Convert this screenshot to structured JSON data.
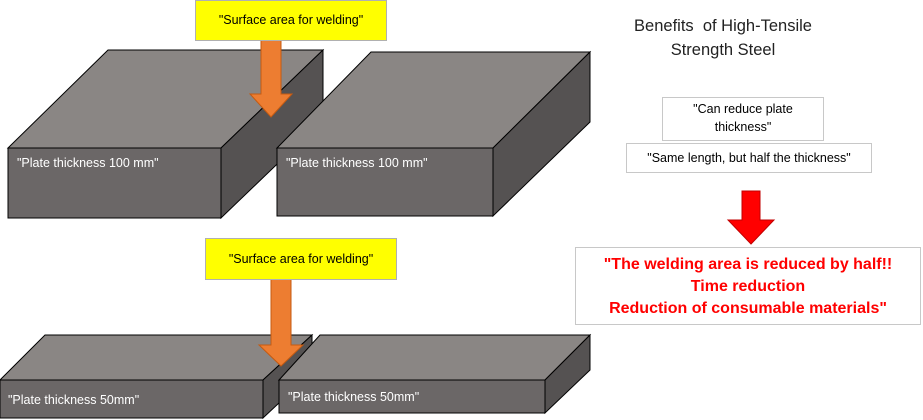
{
  "title": {
    "line1": "Benefits  of High-Tensile",
    "line2": "Strength Steel"
  },
  "callouts": {
    "weld_top": "\"Surface area for welding\"",
    "weld_bottom": "\"Surface area for welding\""
  },
  "plates": {
    "top_left": "\"Plate thickness 100 mm\"",
    "top_right": "\"Plate thickness 100 mm\"",
    "bottom_left": "\"Plate thickness 50mm\"",
    "bottom_right": "\"Plate thickness 50mm\""
  },
  "notes": {
    "reduce_line1": "\"Can reduce plate",
    "reduce_line2": "thickness\"",
    "same_length": "\"Same length, but half the thickness\""
  },
  "result": {
    "line1": "\"The welding area is reduced by half!!",
    "line2": "Time reduction",
    "line3": "Reduction of consumable materials\""
  },
  "colors": {
    "plate_top": "#8a8684",
    "plate_front": "#6b6767",
    "plate_side": "#555252",
    "arrow_orange": "#ed7d31",
    "arrow_red": "#ff0000",
    "callout_yellow": "#ffff00",
    "result_text": "#ff0000"
  }
}
